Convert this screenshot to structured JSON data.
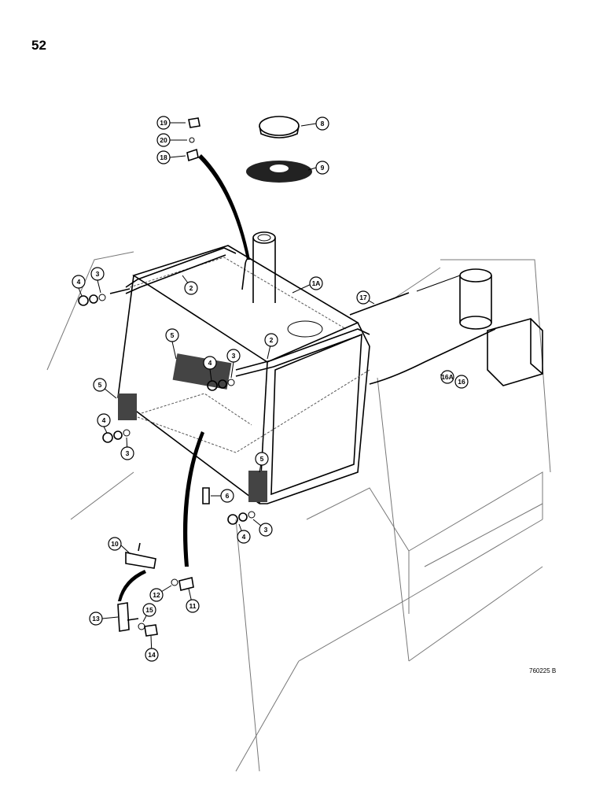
{
  "page_number": "52",
  "drawing_code": "760225 B",
  "callouts": [
    "19",
    "20",
    "18",
    "8",
    "9",
    "4",
    "3",
    "2",
    "1A",
    "17",
    "5",
    "2",
    "4",
    "3",
    "5",
    "4",
    "3",
    "5",
    "6",
    "16A",
    "16",
    "4",
    "3",
    "10",
    "12",
    "11",
    "13",
    "15",
    "14"
  ]
}
